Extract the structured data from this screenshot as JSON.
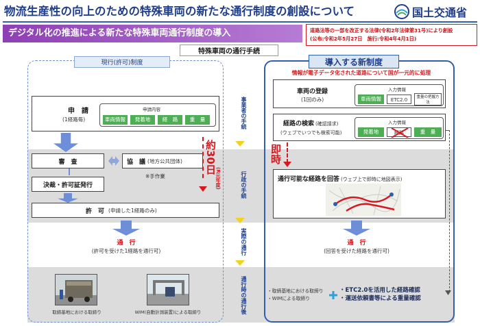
{
  "header": {
    "title": "物流生産性の向上のための特殊車両の新たな通行制度の創設について",
    "org": "国土交通省",
    "subtitle": "デジタル化の推進による新たな特殊車両通行制度の導入",
    "law": {
      "line1": "道路法等の一部を改正する法律(令和2年法律第31号)により創設",
      "line2": "(公布:令和2年5月27日　施行:令和4年4月1日)"
    }
  },
  "flow_title": "特殊車両の通行手続",
  "steps": [
    "事業者の手続",
    "行政の手続",
    "実際の通行",
    "通行時の通行後"
  ],
  "left": {
    "heading": "現行(許可)制度",
    "application": {
      "title": "申　請",
      "sub": "(1経路毎)",
      "contents_label": "申請内容",
      "tags": [
        "車両情報",
        "発着地",
        "経　路",
        "重　量"
      ]
    },
    "review": "審　査",
    "consult": "協　議",
    "consult_sub": "(地方公共団体)",
    "manual": "※手作業",
    "decision": "決裁・許可証発行",
    "days": {
      "main": "約30日",
      "note": "(R元年度)"
    },
    "permit": "許　可",
    "permit_sub": "(申請した1経路のみ)",
    "pass": "通　行",
    "pass_sub": "(許可を受けた1経路を通行可)",
    "photos": [
      {
        "caption": "取締基地における取締り"
      },
      {
        "caption": "WIM(自動計測装置)による取締り"
      }
    ]
  },
  "right": {
    "heading": "導入する新制度",
    "notice": "情報が電子データ化された道路について国が一元的に処理",
    "registration": {
      "title": "車両の登録",
      "sub": "(1回のみ)",
      "input_label": "入力情報",
      "tags": [
        "車両情報",
        "ETC2.0",
        "重量の把握方法"
      ]
    },
    "search": {
      "title": "経路の検索",
      "title_suffix": "(確認請求)",
      "sub": "(ウェブでいつでも検索可能)",
      "input_label": "入力情報",
      "tags": [
        "発着地",
        "経路",
        "重　量"
      ]
    },
    "instant": "即時",
    "answer": {
      "title": "通行可能な経路を回答",
      "sub": "(ウェブ上で即時に地図表示)"
    },
    "pass": "通　行",
    "pass_sub": "(回答を受けた経路を通行可)",
    "enforce_items": [
      "・取締基地における取締り",
      "・WIMによる取締り"
    ],
    "new_items": [
      "・ETC2.0を活用した経路確認",
      "・運送依頼書等による重量確認"
    ]
  },
  "colors": {
    "brand": "#1f3e8c",
    "accent_red": "#d7191f",
    "tag_green": "#4fae55",
    "banner_purple": "#8e3fb5"
  }
}
